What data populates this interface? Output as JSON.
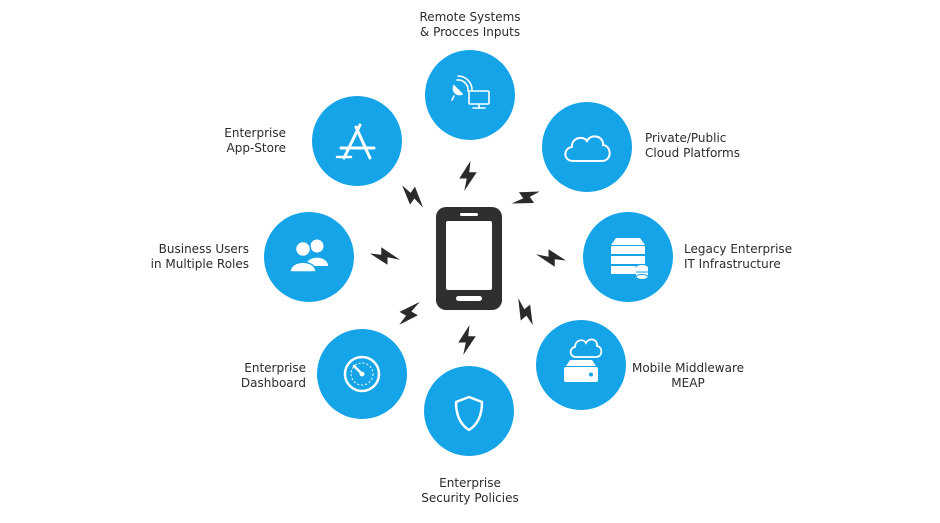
{
  "colors": {
    "accent": "#16a4e8",
    "phone": "#2f2f2f",
    "bolt": "#2a2a2a",
    "text": "#2b2b2b"
  },
  "center": {
    "icon": "smartphone-icon"
  },
  "nodes": [
    {
      "id": "remote-systems",
      "icon": "satellite-monitor-icon",
      "label": [
        "Remote Systems",
        "& Procces Inputs"
      ]
    },
    {
      "id": "cloud-platforms",
      "icon": "cloud-icon",
      "label": [
        "Private/Public",
        "Cloud Platforms"
      ]
    },
    {
      "id": "legacy-it",
      "icon": "server-database-icon",
      "label": [
        "Legacy Enterprise",
        "IT Infrastructure"
      ]
    },
    {
      "id": "middleware",
      "icon": "cloud-storage-icon",
      "label": [
        "Mobile Middleware",
        "MEAP"
      ]
    },
    {
      "id": "security-policies",
      "icon": "shield-icon",
      "label": [
        "Enterprise",
        "Security Policies"
      ]
    },
    {
      "id": "dashboard",
      "icon": "speedometer-icon",
      "label": [
        "Enterprise",
        "Dashboard"
      ]
    },
    {
      "id": "business-users",
      "icon": "users-icon",
      "label": [
        "Business Users",
        "in Multiple Roles"
      ]
    },
    {
      "id": "app-store",
      "icon": "app-store-icon",
      "label": [
        "Enterprise",
        "App-Store"
      ]
    }
  ]
}
